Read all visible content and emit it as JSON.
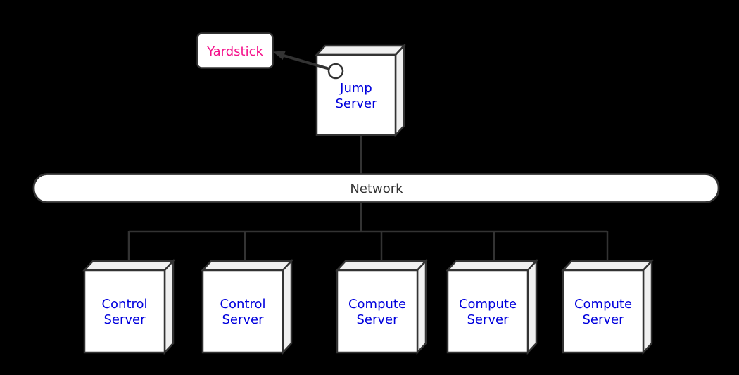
{
  "colors": {
    "background": "#000000",
    "edge": "#333333",
    "node_fill": "#ffffff",
    "node_shade_fill": "#f0f0f0",
    "node_text": "#0000dd",
    "note_text": "#f5128b",
    "network_text": "#333333"
  },
  "nodes": {
    "note": {
      "label": "Yardstick"
    },
    "jump_server": {
      "line1": "Jump",
      "line2": "Server"
    },
    "network": {
      "label": "Network"
    },
    "servers": [
      {
        "line1": "Control",
        "line2": "Server"
      },
      {
        "line1": "Control",
        "line2": "Server"
      },
      {
        "line1": "Compute",
        "line2": "Server"
      },
      {
        "line1": "Compute",
        "line2": "Server"
      },
      {
        "line1": "Compute",
        "line2": "Server"
      }
    ]
  }
}
